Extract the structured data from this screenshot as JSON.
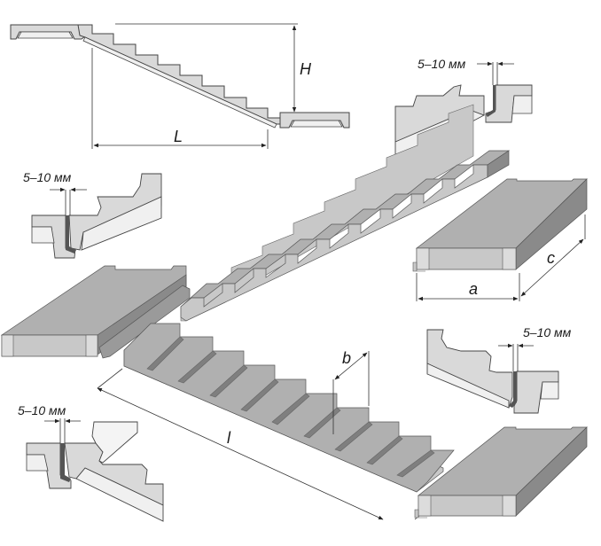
{
  "diagram": {
    "title": "Precast concrete stair flight and landing slabs assembly",
    "colors": {
      "concrete_light": "#d6d6d6",
      "concrete_mid": "#b3b3b3",
      "concrete_dark": "#8a8a8a",
      "concrete_face": "#c8c8c8",
      "concrete_end": "#dcdcdc",
      "section_fill": "#d9d9d9",
      "underside": "#f0f0f0",
      "joint": "#555555",
      "line": "#333333"
    },
    "labels": {
      "height": "H",
      "length": "L",
      "slab_width": "a",
      "slab_depth": "c",
      "flight_width": "b",
      "flight_length": "l"
    },
    "joint_details": [
      {
        "id": "top-right",
        "gap": "5–10 мм"
      },
      {
        "id": "left-upper",
        "gap": "5–10 мм"
      },
      {
        "id": "right-lower",
        "gap": "5–10 мм"
      },
      {
        "id": "left-lower",
        "gap": "5–10 мм"
      }
    ]
  }
}
